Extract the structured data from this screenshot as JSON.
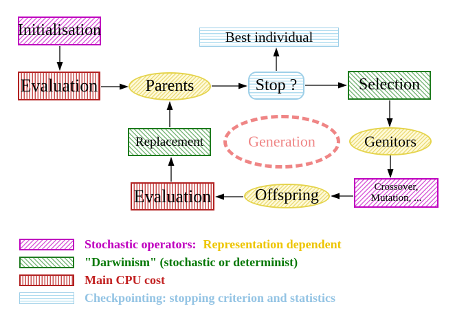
{
  "diagram": {
    "nodes": {
      "initialisation": "Initialisation",
      "evaluation_top": "Evaluation",
      "parents": "Parents",
      "best_individual": "Best individual",
      "stop": "Stop ?",
      "selection": "Selection",
      "genitors": "Genitors",
      "replacement": "Replacement",
      "generation": "Generation",
      "offspring": "Offspring",
      "evaluation_bottom": "Evaluation",
      "crossover_line1": "Crossover,",
      "crossover_line2": "Mutation, ..."
    },
    "edges": [
      {
        "from": "initialisation",
        "to": "evaluation_top"
      },
      {
        "from": "evaluation_top",
        "to": "parents"
      },
      {
        "from": "parents",
        "to": "stop"
      },
      {
        "from": "stop",
        "to": "best_individual"
      },
      {
        "from": "stop",
        "to": "selection"
      },
      {
        "from": "selection",
        "to": "genitors"
      },
      {
        "from": "genitors",
        "to": "crossover"
      },
      {
        "from": "crossover",
        "to": "offspring"
      },
      {
        "from": "offspring",
        "to": "evaluation_bottom"
      },
      {
        "from": "evaluation_bottom",
        "to": "replacement"
      },
      {
        "from": "replacement",
        "to": "parents"
      }
    ]
  },
  "legend": {
    "items": [
      {
        "swatch": "magenta-diagonal-hatch",
        "label": "Stochastic operators:",
        "label2": "Representation dependent"
      },
      {
        "swatch": "green-diagonal-hatch",
        "label": "\"Darwinism\" (stochastic or determinist)"
      },
      {
        "swatch": "red-vertical-stripes",
        "label": "Main CPU cost"
      },
      {
        "swatch": "cyan-horizontal-stripes",
        "label": "Checkpointing: stopping criterion and statistics"
      }
    ]
  },
  "colors": {
    "magenta": "#BF00BF",
    "green_border": "#1E7B1E",
    "green_text": "#067806",
    "red": "#B22222",
    "red_text": "#C22121",
    "cyan_border": "#9ECFE8",
    "cyan_text": "#94C4E4",
    "yellow_node_border": "#E5D44C",
    "yellow_text": "#EDC500",
    "salmon": "#EF8585",
    "arrow": "#000000"
  }
}
